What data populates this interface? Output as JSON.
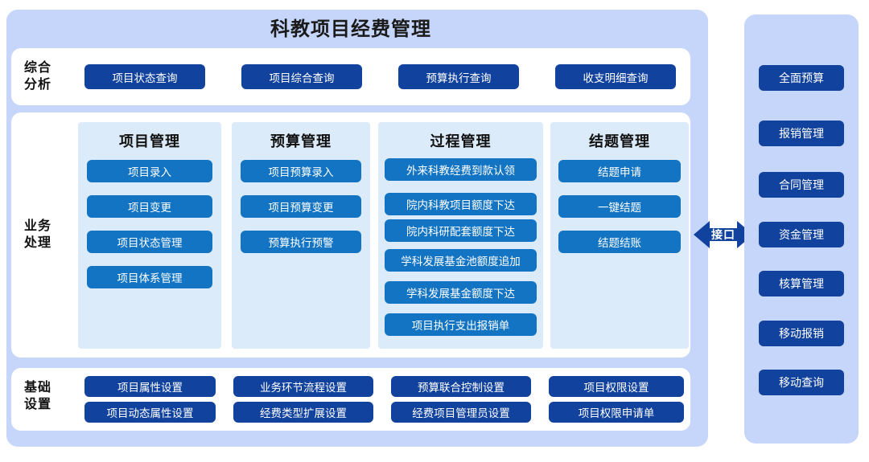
{
  "colors": {
    "page_bg": "#ffffff",
    "outer_panel": "#c6d6fb",
    "card_bg": "#ffffff",
    "column_panel": "#dcebf9",
    "button_navy": "#11429e",
    "button_blue": "#1274c3",
    "arrow": "#11429e",
    "text_dark": "#111111",
    "text_light": "#ffffff"
  },
  "header": {
    "title": "科教项目经费管理"
  },
  "analysis": {
    "label_line1": "综合",
    "label_line2": "分析",
    "buttons": [
      "项目状态查询",
      "项目综合查询",
      "预算执行查询",
      "收支明细查询"
    ]
  },
  "business": {
    "label_line1": "业务",
    "label_line2": "处理",
    "columns": [
      {
        "title": "项目管理",
        "items": [
          "项目录入",
          "项目变更",
          "项目状态管理",
          "项目体系管理"
        ]
      },
      {
        "title": "预算管理",
        "items": [
          "项目预算录入",
          "项目预算变更",
          "预算执行预警"
        ]
      },
      {
        "title": "过程管理",
        "items": [
          "外来科教经费到款认领",
          "院内科教项目额度下达",
          "院内科研配套额度下达",
          "学科发展基金池额度追加",
          "学科发展基金额度下达",
          "项目执行支出报销单"
        ]
      },
      {
        "title": "结题管理",
        "items": [
          "结题申请",
          "一键结题",
          "结题结账"
        ]
      }
    ]
  },
  "interface": {
    "label": "接口",
    "icon": "double-arrow-icon"
  },
  "settings": {
    "label_line1": "基础",
    "label_line2": "设置",
    "rows": [
      [
        "项目属性设置",
        "业务环节流程设置",
        "预算联合控制设置",
        "项目权限设置"
      ],
      [
        "项目动态属性设置",
        "经费类型扩展设置",
        "经费项目管理员设置",
        "项目权限申请单"
      ]
    ]
  },
  "sidebar": {
    "items": [
      "全面预算",
      "报销管理",
      "合同管理",
      "资金管理",
      "核算管理",
      "移动报销",
      "移动查询"
    ]
  }
}
